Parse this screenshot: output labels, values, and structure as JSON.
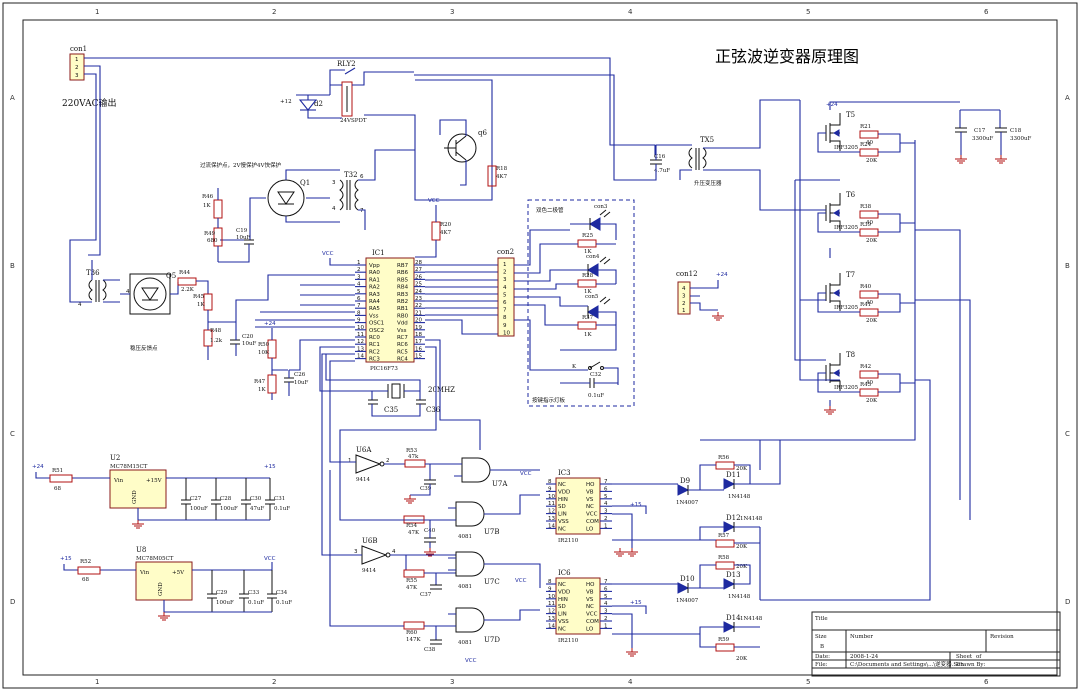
{
  "title": "正弦波逆变器原理图",
  "notes": {
    "ac_output": "220VAC输出",
    "protection": "过流保护点，2V慢保护4V快保护",
    "feedback": "稳压反馈点",
    "bicolor_led": "双色二极管",
    "key_led": "按键指示灯板",
    "boost_transformer": "升压变压器",
    "crystal": "20MHZ"
  },
  "grid": {
    "columns": [
      "1",
      "2",
      "3",
      "4",
      "5",
      "6"
    ],
    "rows": [
      "A",
      "B",
      "C",
      "D"
    ]
  },
  "components": {
    "con1": "con1",
    "rly2": "RLY2",
    "rly2_type": "24VSPDT",
    "d2": "d2",
    "v12": "+12",
    "q6": "q6",
    "r18": "R18",
    "r18_v": "4K7",
    "t32": "T32",
    "q1": "Q1",
    "r46": "R46",
    "r46_v": "1K",
    "r49": "R49",
    "r49_v": "680",
    "c19": "C19",
    "c19_v": "10uF",
    "t36": "T36",
    "q5": "Q5",
    "r44": "R44",
    "r44_v": "2.2K",
    "r45": "R45",
    "r45_v": "1K",
    "r48": "R48",
    "r48_v": "1.2k",
    "c20": "C20",
    "c20_v": "10uF",
    "r20": "R20",
    "r20_v": "4K7",
    "ic1": "IC1",
    "ic1_type": "PIC16F73",
    "con2": "con2",
    "r50": "R50",
    "r50_v": "10K",
    "r47": "R47",
    "r47_v": "1K",
    "c26": "C26",
    "c26_v": "10uF",
    "c35": "C35",
    "c36": "C36",
    "con3": "con3",
    "con4": "con4",
    "con5": "con5",
    "r25": "R25",
    "r25_v": "1K",
    "r28": "R28",
    "r28_v": "1K",
    "r37": "R37",
    "r37_v": "1K",
    "c32": "C32",
    "c32_v": "0.1uF",
    "key": "K",
    "c16": "C16",
    "c16_v": "4.7uF",
    "tx5": "TX5",
    "con12": "con12",
    "t5": "T5",
    "t6": "T6",
    "t7": "T7",
    "t8": "T8",
    "irf": "IRF3205",
    "r21": "R21",
    "r24": "R24",
    "r38": "R38",
    "r39": "R39",
    "r40": "R40",
    "r41": "R41",
    "r42": "R42",
    "r43": "R43",
    "v40": "40",
    "v20k": "20K",
    "c17": "C17",
    "c17_v": "3300uF",
    "c18": "C18",
    "c18_v": "3300uF",
    "u2": "U2",
    "u2_type": "MC78M15CT",
    "u8": "U8",
    "u8_type": "MC78M05CT",
    "vin": "Vin",
    "gnd": "GND",
    "p15v": "+15V",
    "p5v": "+5V",
    "r51": "R51",
    "r52": "R52",
    "v68": "68",
    "c27": "C27",
    "c28": "C28",
    "c30": "C30",
    "c31": "C31",
    "c29": "C29",
    "c33": "C33",
    "c34": "C34",
    "v100uf": "100uF",
    "v47uf": "47uF",
    "v01uf": "0.1uF",
    "u6a": "U6A",
    "u6b": "U6B",
    "v9414": "9414",
    "r53": "R53",
    "r53_v": "47k",
    "r54": "R54",
    "r54_v": "47K",
    "r55": "R55",
    "r55_v": "47K",
    "r60": "R60",
    "r60_v": "147K",
    "c39": "C39",
    "c40": "C40",
    "c37": "C37",
    "c38": "C38",
    "u7a": "U7A",
    "u7b": "U7B",
    "u7c": "U7C",
    "u7d": "U7D",
    "v4081": "4081",
    "ic3": "IC3",
    "ic6": "IC6",
    "ir2110": "IR2110",
    "d9": "D9",
    "d10": "D10",
    "d11": "D11",
    "d12": "D12",
    "d13": "D13",
    "d14": "D14",
    "in4007": "1N4007",
    "in4148": "1N4148",
    "r56": "R56",
    "r57": "R57",
    "r58": "R58",
    "r59": "R59",
    "v20k2": "20K",
    "vcc": "VCC",
    "p24": "+24",
    "p15": "+15",
    "p5": "+5"
  },
  "ic1_pins_left": [
    {
      "n": "1",
      "s": "Vpp"
    },
    {
      "n": "2",
      "s": "RA0"
    },
    {
      "n": "3",
      "s": "RA1"
    },
    {
      "n": "4",
      "s": "RA2"
    },
    {
      "n": "5",
      "s": "RA3"
    },
    {
      "n": "6",
      "s": "RA4"
    },
    {
      "n": "7",
      "s": "RA5"
    },
    {
      "n": "8",
      "s": "Vss"
    },
    {
      "n": "9",
      "s": "OSC1"
    },
    {
      "n": "10",
      "s": "OSC2"
    },
    {
      "n": "11",
      "s": "RC0"
    },
    {
      "n": "12",
      "s": "RC1"
    },
    {
      "n": "13",
      "s": "RC2"
    },
    {
      "n": "14",
      "s": "RC3"
    }
  ],
  "ic1_pins_right": [
    {
      "n": "28",
      "s": "RB7"
    },
    {
      "n": "27",
      "s": "RB6"
    },
    {
      "n": "26",
      "s": "RB5"
    },
    {
      "n": "25",
      "s": "RB4"
    },
    {
      "n": "24",
      "s": "RB3"
    },
    {
      "n": "23",
      "s": "RB2"
    },
    {
      "n": "22",
      "s": "RB1"
    },
    {
      "n": "21",
      "s": "RB0"
    },
    {
      "n": "20",
      "s": "Vdd"
    },
    {
      "n": "19",
      "s": "Vss"
    },
    {
      "n": "18",
      "s": "RC7"
    },
    {
      "n": "17",
      "s": "RC6"
    },
    {
      "n": "16",
      "s": "RC5"
    },
    {
      "n": "15",
      "s": "RC4"
    }
  ],
  "con2_pins": [
    "1",
    "2",
    "3",
    "4",
    "5",
    "6",
    "7",
    "8",
    "9",
    "10"
  ],
  "con12_pins": [
    "4",
    "3",
    "2",
    "1"
  ],
  "ir2110_left": [
    {
      "n": "8",
      "s": "NC"
    },
    {
      "n": "9",
      "s": "VDD"
    },
    {
      "n": "10",
      "s": "HIN"
    },
    {
      "n": "11",
      "s": "SD"
    },
    {
      "n": "12",
      "s": "LIN"
    },
    {
      "n": "13",
      "s": "VSS"
    },
    {
      "n": "14",
      "s": "NC"
    }
  ],
  "ir2110_right": [
    {
      "n": "7",
      "s": "HO"
    },
    {
      "n": "6",
      "s": "VB"
    },
    {
      "n": "5",
      "s": "VS"
    },
    {
      "n": "4",
      "s": "NC"
    },
    {
      "n": "3",
      "s": "VCC"
    },
    {
      "n": "2",
      "s": "COM"
    },
    {
      "n": "1",
      "s": "LO"
    }
  ],
  "title_block": {
    "title_label": "Title",
    "size_label": "Size",
    "size_value": "B",
    "number_label": "Number",
    "revision_label": "Revision",
    "date_label": "Date:",
    "date_value": "2008-1-24",
    "sheet_label": "Sheet",
    "sheet_of": "of",
    "file_label": "File:",
    "file_value": "C:\\Documents and Settings\\...\\逆变器.Sch",
    "drawn_label": "Drawn By:"
  }
}
